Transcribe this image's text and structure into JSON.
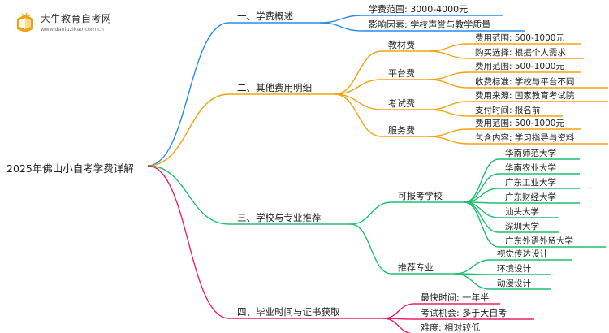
{
  "logo": {
    "title": "大牛教育自考网",
    "subtitle": "www.daniuzikao.com.cn"
  },
  "root": "2025年佛山小自考学费详解",
  "branches": [
    {
      "label": "一、学费概述",
      "color": "#2b8be6",
      "items": [
        {
          "label": "学费范围: 3000-4000元"
        },
        {
          "label": "影响因素: 学校声誉与教学质量"
        }
      ]
    },
    {
      "label": "二、其他费用明细",
      "color": "#f2a30f",
      "items": [
        {
          "label": "教材费",
          "items": [
            {
              "label": "费用范围: 500-1000元"
            },
            {
              "label": "购买选择: 根据个人需求"
            }
          ]
        },
        {
          "label": "平台费",
          "items": [
            {
              "label": "费用范围: 500-1000元"
            },
            {
              "label": "收费标准: 学校与平台不同"
            }
          ]
        },
        {
          "label": "考试费",
          "items": [
            {
              "label": "费用来源: 国家教育考试院"
            },
            {
              "label": "支付时间: 报名前"
            }
          ]
        },
        {
          "label": "服务费",
          "items": [
            {
              "label": "费用范围: 500-1000元"
            },
            {
              "label": "包含内容: 学习指导与资料"
            }
          ]
        }
      ]
    },
    {
      "label": "三、学校与专业推荐",
      "color": "#1fbf6f",
      "items": [
        {
          "label": "可报考学校",
          "items": [
            {
              "label": "华南师范大学"
            },
            {
              "label": "华南农业大学"
            },
            {
              "label": "广东工业大学"
            },
            {
              "label": "广东财经大学"
            },
            {
              "label": "汕头大学"
            },
            {
              "label": "深圳大学"
            },
            {
              "label": "广东外语外贸大学"
            }
          ]
        },
        {
          "label": "推荐专业",
          "items": [
            {
              "label": "视觉传达设计"
            },
            {
              "label": "环境设计"
            },
            {
              "label": "动漫设计"
            }
          ]
        }
      ]
    },
    {
      "label": "四、毕业时间与证书获取",
      "color": "#e8206b",
      "items": [
        {
          "label": "最快时间: 一年半"
        },
        {
          "label": "考试机会: 多于大自考"
        },
        {
          "label": "难度: 相对较低"
        }
      ]
    }
  ]
}
